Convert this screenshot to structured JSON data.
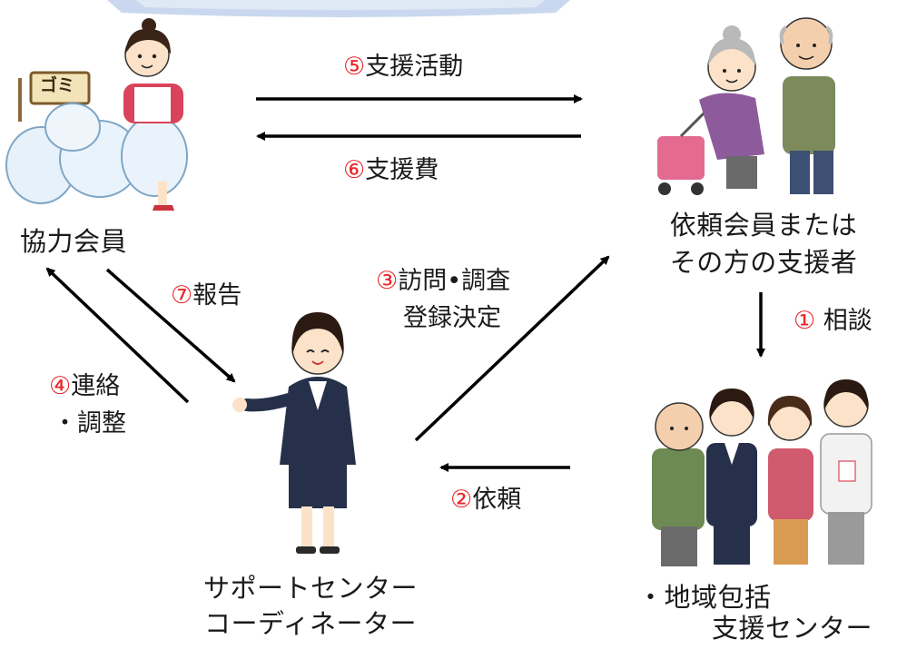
{
  "diagram": {
    "nodes": {
      "cooperating_member": {
        "label": "協力会員"
      },
      "requesting_member": {
        "line1": "依頼会員または",
        "line2": "その方の支援者"
      },
      "community_center": {
        "line1": "・地域包括",
        "line2": "支援センター"
      },
      "coordinator": {
        "line1": "サポートセンター",
        "line2": "コーディネーター"
      }
    },
    "edges": {
      "consult": {
        "num": "①",
        "text": " 相談"
      },
      "request": {
        "num": "②",
        "text": "依頼"
      },
      "visit": {
        "num": "③",
        "text": "訪問•調査",
        "line2": "登録決定"
      },
      "liaison": {
        "num": "④",
        "text": "連絡",
        "line2": "・調整"
      },
      "support_activity": {
        "num": "⑤",
        "text": "支援活動"
      },
      "support_fee": {
        "num": "⑥",
        "text": "支援費"
      },
      "report": {
        "num": "⑦",
        "text": "報告"
      }
    },
    "sign_text": "ゴミ",
    "colors": {
      "number": "#e8262b",
      "text": "#1a1a1a",
      "arrow": "#000000",
      "banner": "#c9d8ee"
    }
  }
}
